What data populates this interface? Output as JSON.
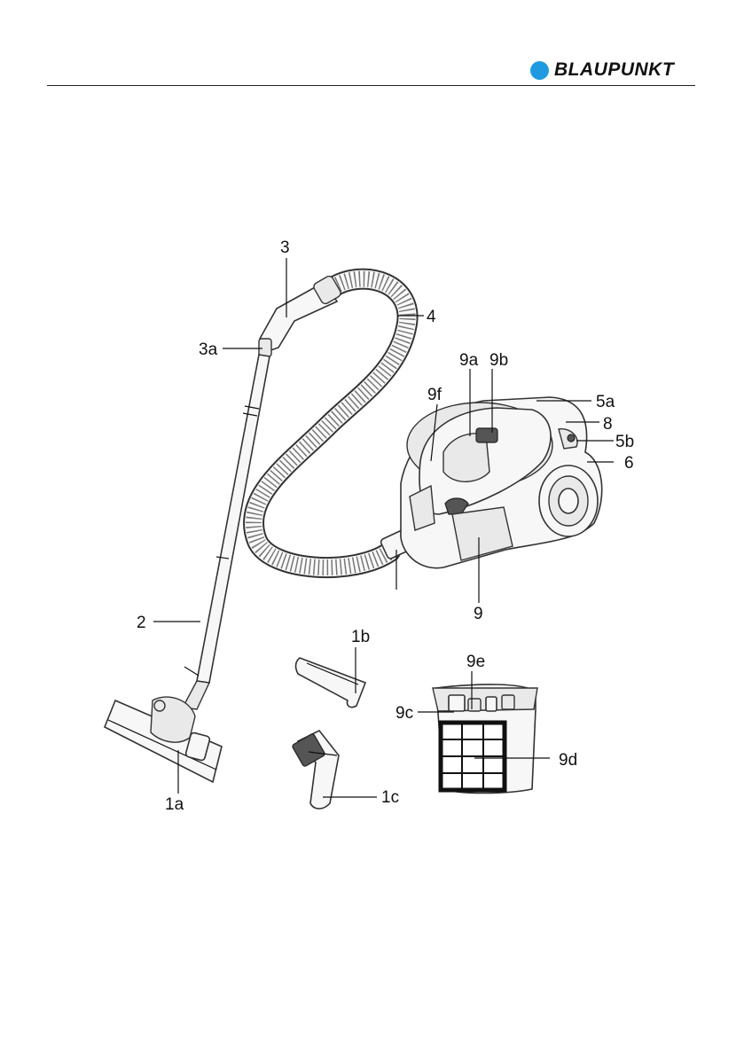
{
  "brand": {
    "name": "BLAUPUNKT",
    "dot_color": "#1e9be0"
  },
  "labels": {
    "l3": "3",
    "l4": "4",
    "l3a": "3a",
    "l9a": "9a",
    "l9b": "9b",
    "l9f": "9f",
    "l5a": "5a",
    "l8": "8",
    "l5b": "5b",
    "l6": "6",
    "l9": "9",
    "l2": "2",
    "l1b": "1b",
    "l9e": "9e",
    "l9c": "9c",
    "l9d": "9d",
    "l1a": "1a",
    "l1c": "1c"
  }
}
